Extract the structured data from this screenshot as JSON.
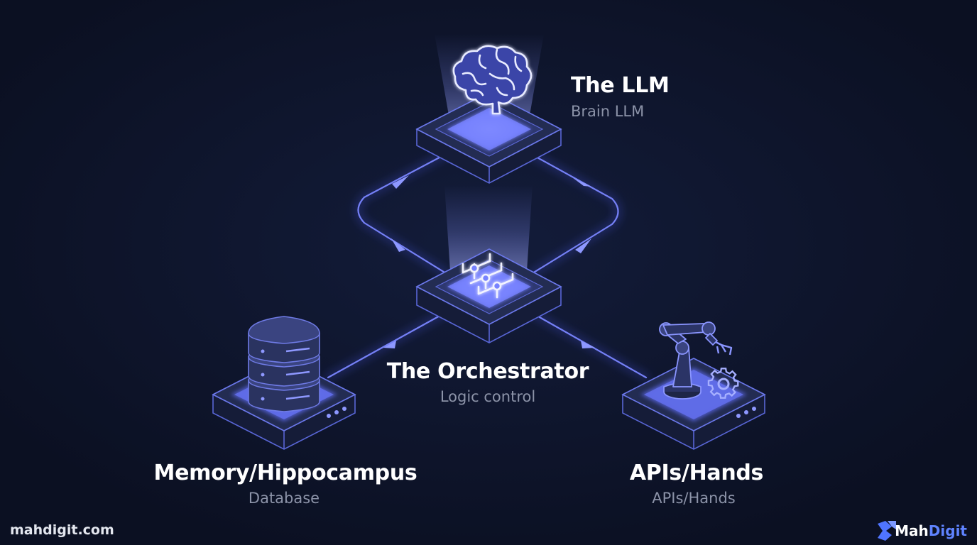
{
  "nodes": {
    "llm": {
      "title": "The LLM",
      "subtitle": "Brain LLM",
      "icon": "brain-icon"
    },
    "orchestrator": {
      "title": "The Orchestrator",
      "subtitle": "Logic control",
      "icon": "sliders-icon"
    },
    "memory": {
      "title": "Memory/Hippocampus",
      "subtitle": "Database",
      "icon": "database-icon"
    },
    "apis": {
      "title": "APIs/Hands",
      "subtitle": "APIs/Hands",
      "icon": "robot-arm-icon"
    }
  },
  "edges": [
    {
      "from": "orchestrator",
      "to": "llm"
    },
    {
      "from": "llm",
      "to": "orchestrator"
    },
    {
      "from": "orchestrator",
      "to": "memory"
    },
    {
      "from": "orchestrator",
      "to": "apis"
    }
  ],
  "footer": {
    "url": "mahdigit.com",
    "brand_prefix": "Mah",
    "brand_suffix": "Digit"
  },
  "colors": {
    "background": "#0d1326",
    "accent": "#5b6cff",
    "glow": "#8e98ff",
    "platform": "#1e2647"
  }
}
